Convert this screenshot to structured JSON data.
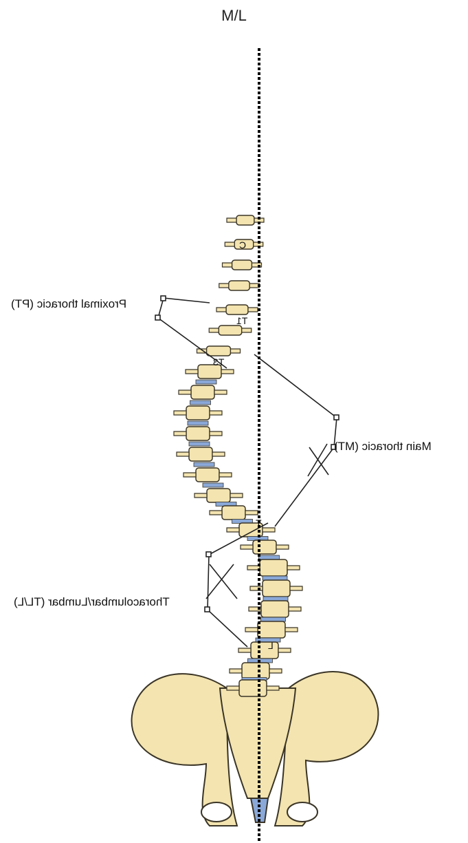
{
  "midline": {
    "label": "M/L"
  },
  "curves": [
    {
      "id": "pt",
      "label": "Proximal thoracic (PT)"
    },
    {
      "id": "mt",
      "label": "Main thoracic (MT)"
    },
    {
      "id": "tll",
      "label": "Thoracolumbar/Lumbar (TL/L)"
    }
  ],
  "vertebra_labels": [
    "C",
    "T1",
    "T3",
    "T",
    "L"
  ],
  "colors": {
    "bone": "#f3e4b0",
    "bone_outline": "#3a3426",
    "disc": "#8aa8d8",
    "line": "#222222"
  }
}
